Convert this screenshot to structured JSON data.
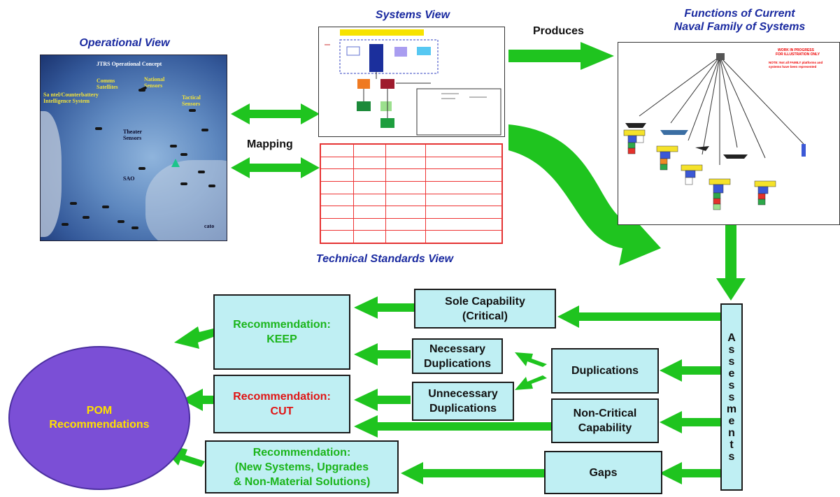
{
  "views": {
    "operational_title": "Operational View",
    "systems_title": "Systems View",
    "technical_title": "Technical Standards View",
    "functions_title_line1": "Functions of Current",
    "functions_title_line2": "Naval Family of Systems"
  },
  "links": {
    "produces": "Produces",
    "mapping": "Mapping"
  },
  "operational_image": {
    "title": "JTRS Operational Concept",
    "labels": {
      "comms_sat": "Comms Satellites",
      "national": "National Sensors",
      "tactical": "Tactical Sensors",
      "sa_intel": "Sa ntel/Counterbattery Intelligence System",
      "theater": "Theater Sensors",
      "sao": "SAO",
      "cato": "cato"
    }
  },
  "functions_image": {
    "work_note_line1": "WORK IN PROGRESS",
    "work_note_line2": "FOR ILLUSTRATION ONLY",
    "note_line1": "NOTE: Not all FAMILY platforms and",
    "note_line2": "systems have been represented"
  },
  "assessments": {
    "label": "Assessments",
    "items": [
      "Sole Capability (Critical)",
      "Duplications",
      "Non-Critical Capability",
      "Gaps"
    ]
  },
  "middle": {
    "sole_line1": "Sole Capability",
    "sole_line2": "(Critical)",
    "necessary_line1": "Necessary",
    "necessary_line2": "Duplications",
    "unnecessary_line1": "Unnecessary",
    "unnecessary_line2": "Duplications",
    "duplications": "Duplications",
    "noncrit_line1": "Non-Critical",
    "noncrit_line2": "Capability",
    "gaps": "Gaps"
  },
  "recommendations": {
    "keep_line1": "Recommendation:",
    "keep_line2": "KEEP",
    "cut_line1": "Recommendation:",
    "cut_line2": "CUT",
    "new_line1": "Recommendation:",
    "new_line2": "(New Systems,  Upgrades",
    "new_line3": "& Non-Material Solutions)"
  },
  "pom": {
    "line1": "POM",
    "line2": "Recommendations"
  },
  "colors": {
    "arrow_green": "#1fc41f",
    "box_fill": "#bfeff3",
    "pom_fill": "#7b4fd6",
    "pom_text": "#ffe000",
    "title_blue": "#1a2aa0",
    "keep_green": "#1bb51b",
    "cut_red": "#e01515"
  }
}
